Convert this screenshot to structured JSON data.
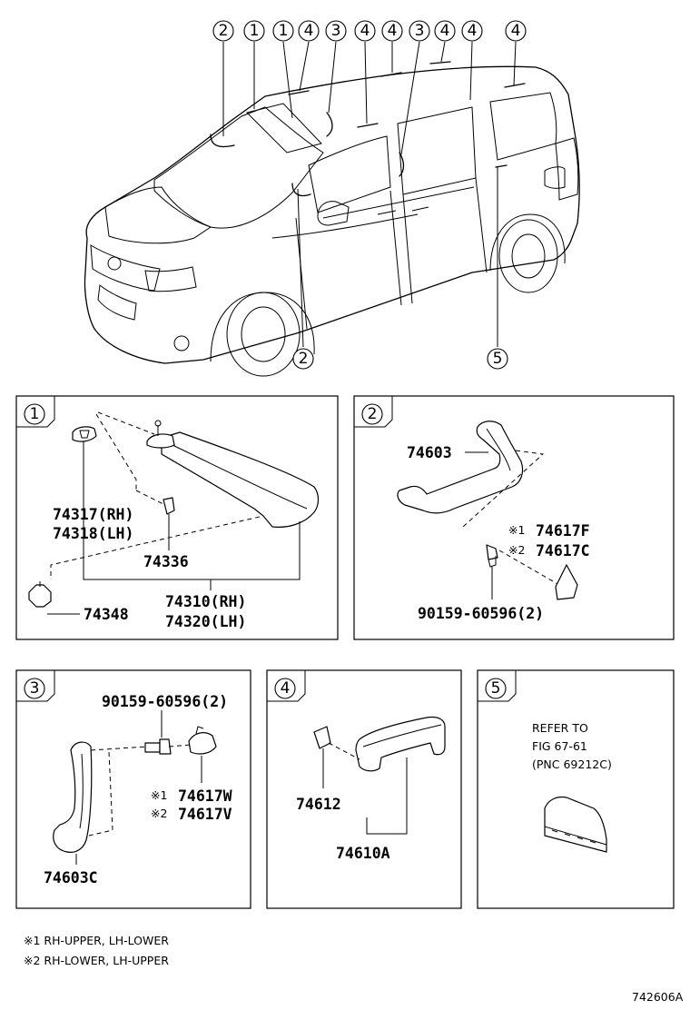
{
  "callouts_top": [
    "2",
    "1",
    "1",
    "4",
    "3",
    "4",
    "4",
    "3",
    "4",
    "4",
    "4"
  ],
  "callouts_bottom": [
    "2",
    "5"
  ],
  "panels": {
    "p1": {
      "num": "1",
      "labels": [
        "74317(RH)",
        "74318(LH)",
        "74336",
        "74348",
        "74310(RH)",
        "74320(LH)"
      ]
    },
    "p2": {
      "num": "2",
      "labels": [
        "74603",
        "74617F",
        "74617C",
        "90159-60596(2)"
      ],
      "marks": [
        "※1",
        "※2"
      ]
    },
    "p3": {
      "num": "3",
      "labels": [
        "90159-60596(2)",
        "74617W",
        "74617V",
        "74603C"
      ],
      "marks": [
        "※1",
        "※2"
      ]
    },
    "p4": {
      "num": "4",
      "labels": [
        "74612",
        "74610A"
      ]
    },
    "p5": {
      "num": "5",
      "ref_lines": [
        "REFER TO",
        "FIG 67-61",
        "(PNC 69212C)"
      ]
    }
  },
  "notes": [
    "※1 RH-UPPER, LH-LOWER",
    "※2 RH-LOWER, LH-UPPER"
  ],
  "figure_id": "742606A"
}
